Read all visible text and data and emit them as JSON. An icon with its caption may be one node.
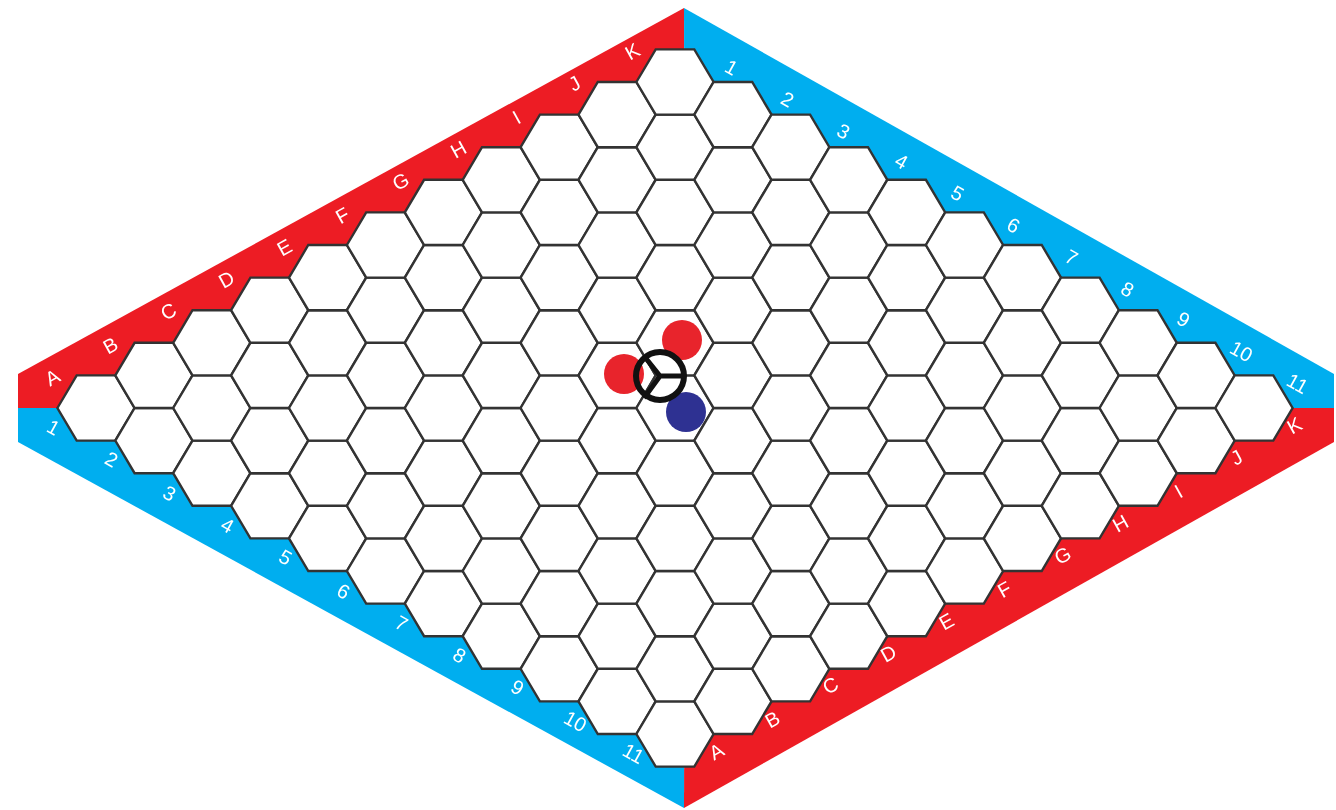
{
  "diagram": {
    "labels": [
      "A",
      "B",
      "C",
      "D",
      "E",
      "F",
      "G",
      "H",
      "I",
      "J",
      "K",
      "1",
      "2",
      "3",
      "4",
      "5",
      "6",
      "7",
      "8",
      "9",
      "10",
      "11",
      "1",
      "2",
      "3",
      "4",
      "5",
      "6",
      "7",
      "8",
      "9",
      "10",
      "11",
      "A",
      "B",
      "C",
      "D",
      "E",
      "F",
      "G",
      "H",
      "I",
      "J",
      "K"
    ]
  }
}
